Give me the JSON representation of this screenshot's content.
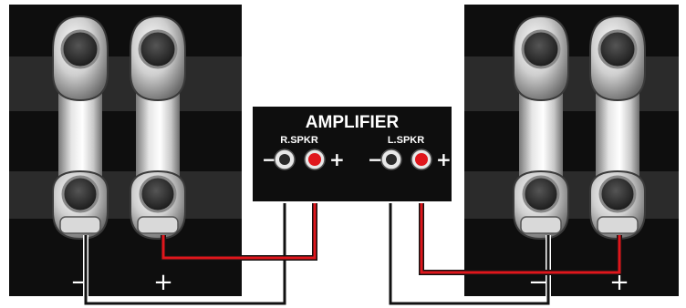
{
  "amplifier": {
    "title": "AMPLIFIER",
    "channels": [
      {
        "label": "R.SPKR",
        "minus": "−",
        "plus": "+"
      },
      {
        "label": "L.SPKR",
        "minus": "−",
        "plus": "+"
      }
    ]
  },
  "speakers": [
    {
      "minus_label": "−",
      "plus_label": "+"
    },
    {
      "minus_label": "−",
      "plus_label": "+"
    }
  ],
  "colors": {
    "panel": "#0e0e0e",
    "band": "#2a2a2a",
    "positive_wire": "#e0161c",
    "negative_wire": "#111111",
    "wire_outline": "#ffffff"
  }
}
